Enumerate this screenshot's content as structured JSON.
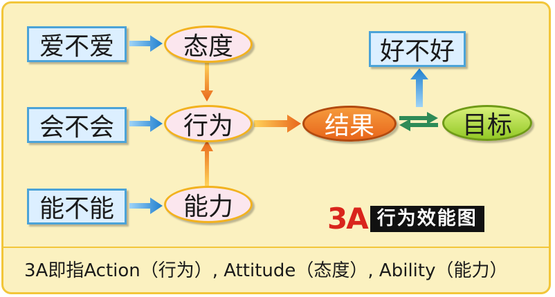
{
  "inputs": {
    "love": "爱不爱",
    "can": "会不会",
    "able": "能不能"
  },
  "factors": {
    "attitude": "态度",
    "behavior": "行为",
    "ability": "能力"
  },
  "result": "结果",
  "goal": "目标",
  "evaluation": "好不好",
  "brand": {
    "mark": "3A",
    "text": "行为效能图"
  },
  "caption": "3A即指Action（行为）, Attitude（态度）, Ability（能力）",
  "colors": {
    "background": "#fbf1c0",
    "frame": "#f2c63a",
    "blue_arrow": "#2f8fd6",
    "orange_arrow": "#f0a12a",
    "result": "#e8661b",
    "goal": "#93c926"
  }
}
